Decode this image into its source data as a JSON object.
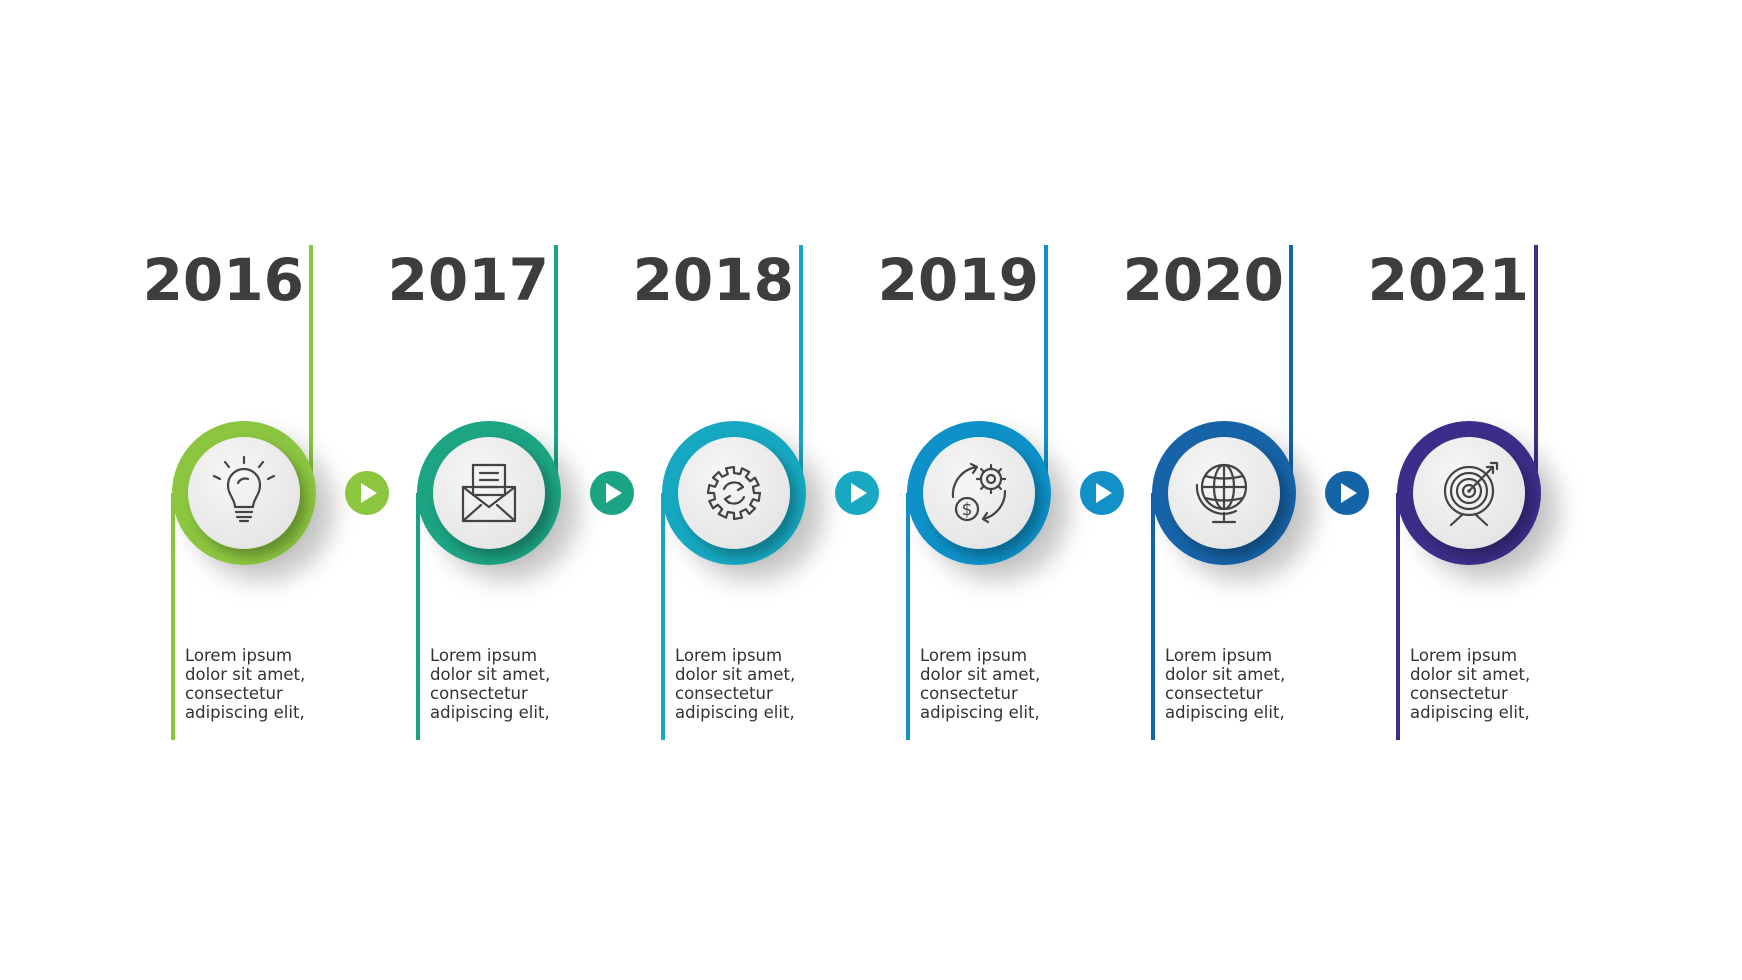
{
  "steps": [
    {
      "year": "2016",
      "icon": "lightbulb-icon",
      "color": "#8cc63f",
      "lines": [
        "Lorem ipsum",
        "dolor sit amet,",
        "consectetur",
        "adipiscing elit,"
      ]
    },
    {
      "year": "2017",
      "icon": "envelope-icon",
      "color": "#1aa483",
      "lines": [
        "Lorem ipsum",
        "dolor sit amet,",
        "consectetur",
        "adipiscing elit,"
      ]
    },
    {
      "year": "2018",
      "icon": "gear-icon",
      "color": "#19a8c1",
      "lines": [
        "Lorem ipsum",
        "dolor sit amet,",
        "consectetur",
        "adipiscing elit,"
      ]
    },
    {
      "year": "2019",
      "icon": "money-cycle-icon",
      "color": "#1191c8",
      "lines": [
        "Lorem ipsum",
        "dolor sit amet,",
        "consectetur",
        "adipiscing elit,"
      ]
    },
    {
      "year": "2020",
      "icon": "globe-icon",
      "color": "#1464a8",
      "lines": [
        "Lorem ipsum",
        "dolor sit amet,",
        "consectetur",
        "adipiscing elit,"
      ]
    },
    {
      "year": "2021",
      "icon": "target-icon",
      "color": "#3a2f8a",
      "lines": [
        "Lorem ipsum",
        "dolor sit amet,",
        "consectetur",
        "adipiscing elit,"
      ]
    }
  ],
  "connectors": [
    {
      "icon": "play-arrow-icon",
      "color": "#8cc63f"
    },
    {
      "icon": "play-arrow-icon",
      "color": "#1aa483"
    },
    {
      "icon": "play-arrow-icon",
      "color": "#19a8c1"
    },
    {
      "icon": "play-arrow-icon",
      "color": "#1191c8"
    },
    {
      "icon": "play-arrow-icon",
      "color": "#1464a8"
    }
  ],
  "inner_disc_color": "#ececec"
}
